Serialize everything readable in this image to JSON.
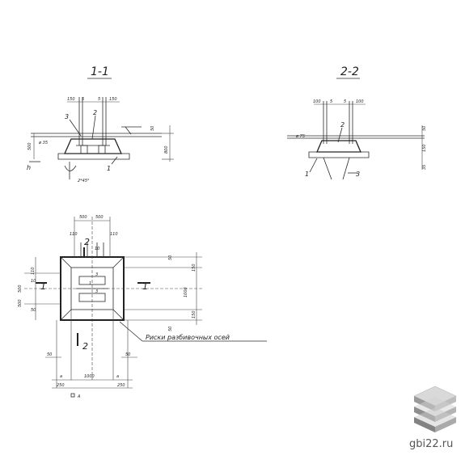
{
  "section_1_1": {
    "title": "1-1",
    "top_dims": [
      "150",
      "5",
      "5",
      "150"
    ],
    "labels": [
      "3",
      "2",
      "1"
    ],
    "left_dims": [
      "500",
      "h",
      "ø 35"
    ],
    "right_dims": [
      "50",
      "800"
    ],
    "chamfer": "2*45°"
  },
  "section_2_2": {
    "title": "2-2",
    "top_dims": [
      "100",
      "5",
      "5",
      "100"
    ],
    "labels": [
      "2",
      "1",
      "3"
    ],
    "left_dims": [
      "ø 75"
    ],
    "right_dims": [
      "50",
      "150",
      "35"
    ]
  },
  "plan": {
    "top_dims": [
      "500",
      "500"
    ],
    "upper_dims": [
      "110",
      "10",
      "110"
    ],
    "section_marks": [
      "2",
      "1",
      "1",
      "2"
    ],
    "left_dims": [
      "110",
      "500",
      "500",
      "10",
      "50"
    ],
    "right_dims": [
      "50",
      "150",
      "1000",
      "150",
      "50"
    ],
    "inner_labels": [
      "3",
      "3",
      "1"
    ],
    "bottom_dims": [
      "50",
      "50",
      "a",
      "1000",
      "a",
      "250",
      "250"
    ],
    "note": "Риски разбивочных осей",
    "view_mark": "А"
  },
  "brand": {
    "site": "gbi22.ru",
    "logo_icon": "stacked-slabs-icon"
  }
}
